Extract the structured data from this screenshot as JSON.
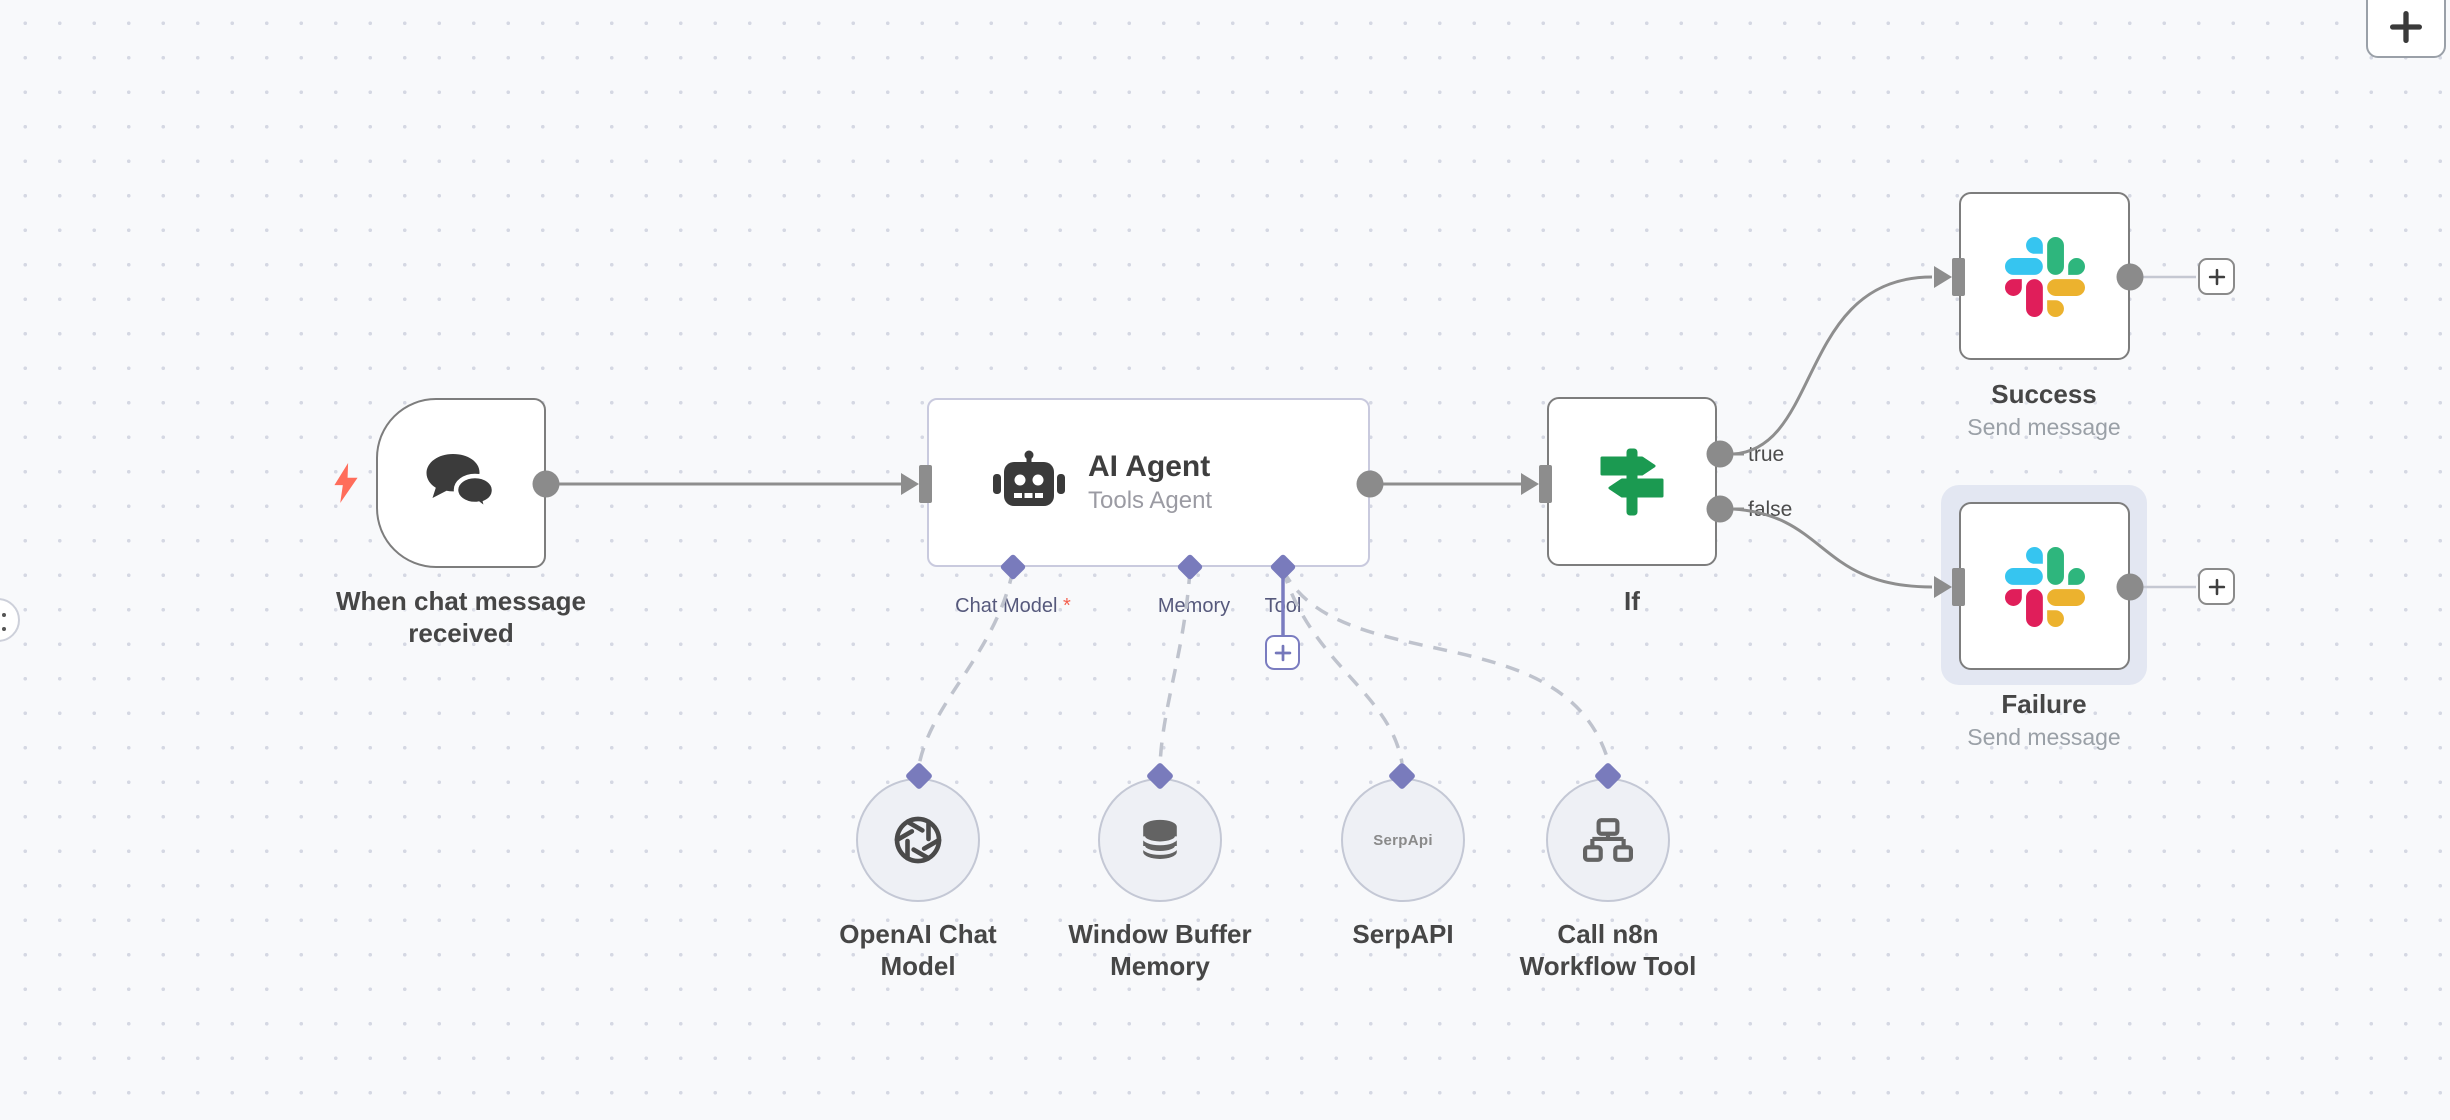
{
  "canvas": {
    "background": "#f8f9fb",
    "grid_dot_color": "#d5d8e3"
  },
  "toolbar": {
    "add_node_button_icon": "plus-icon"
  },
  "nodes": {
    "trigger": {
      "name": "When chat message\nreceived",
      "icon": "chat-bubbles-icon",
      "trigger_icon": "lightning-bolt-icon"
    },
    "agent": {
      "title": "AI Agent",
      "subtitle": "Tools Agent",
      "icon": "robot-icon",
      "connectors": {
        "chat_model": {
          "label": "Chat Model",
          "required_mark": "*"
        },
        "memory": {
          "label": "Memory"
        },
        "tool": {
          "label": "Tool"
        }
      }
    },
    "if": {
      "name": "If",
      "icon": "signpost-icon",
      "output_true": "true",
      "output_false": "false"
    },
    "success": {
      "name": "Success",
      "subtitle": "Send message",
      "icon": "slack-logo-icon"
    },
    "failure": {
      "name": "Failure",
      "subtitle": "Send message",
      "icon": "slack-logo-icon",
      "selected": true
    },
    "openai_chat_model": {
      "name": "OpenAI Chat\nModel",
      "icon": "openai-knot-icon"
    },
    "window_buffer_memory": {
      "name": "Window Buffer\nMemory",
      "icon": "database-icon"
    },
    "serpapi": {
      "name": "SerpAPI",
      "icon_text": "SerpApi"
    },
    "call_n8n_workflow_tool": {
      "name": "Call n8n\nWorkflow Tool",
      "icon": "sitemap-icon"
    }
  },
  "colors": {
    "accent_purple": "#797bbc",
    "edge_gray": "#8e8e8e",
    "dashed_edge": "#bfc3cd",
    "node_border": "#7d7d7d",
    "selection_halo": "#e3e7f2",
    "if_icon_green": "#1b9a51",
    "bolt_orange": "#ff6d5b",
    "slack_blue": "#36C5F0",
    "slack_green": "#2EB67D",
    "slack_red": "#E01E5A",
    "slack_yellow": "#ECB22E"
  }
}
